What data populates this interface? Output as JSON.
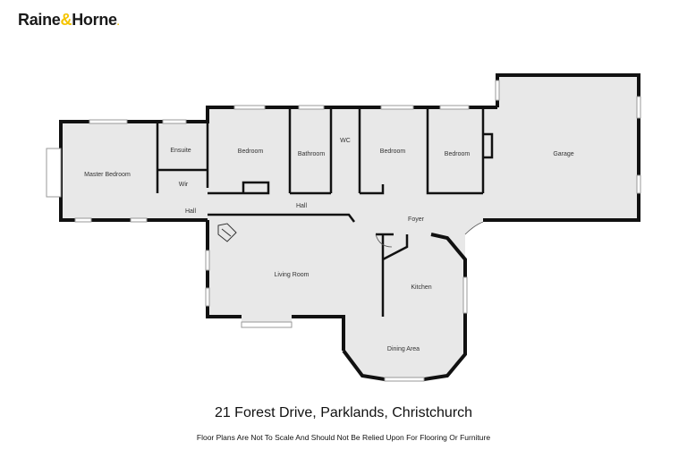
{
  "brand": {
    "name_part1": "Raine",
    "amp": "&",
    "name_part2": "Horne",
    "dot": "."
  },
  "rooms": {
    "master_bedroom": "Master Bedroom",
    "ensuite": "Ensuite",
    "wir": "Wir",
    "bedroom_1": "Bedroom",
    "bathroom": "Bathroom",
    "wc": "WC",
    "bedroom_2": "Bedroom",
    "bedroom_3": "Bedroom",
    "garage": "Garage",
    "hall_1": "Hall",
    "hall_2": "Hall",
    "foyer": "Foyer",
    "living_room": "Living Room",
    "kitchen": "Kitchen",
    "dining_area": "Dining Area"
  },
  "footer": {
    "address": "21 Forest Drive, Parklands, Christchurch",
    "disclaimer": "Floor Plans Are Not To Scale And Should Not Be Relied Upon For Flooring Or Furniture"
  }
}
